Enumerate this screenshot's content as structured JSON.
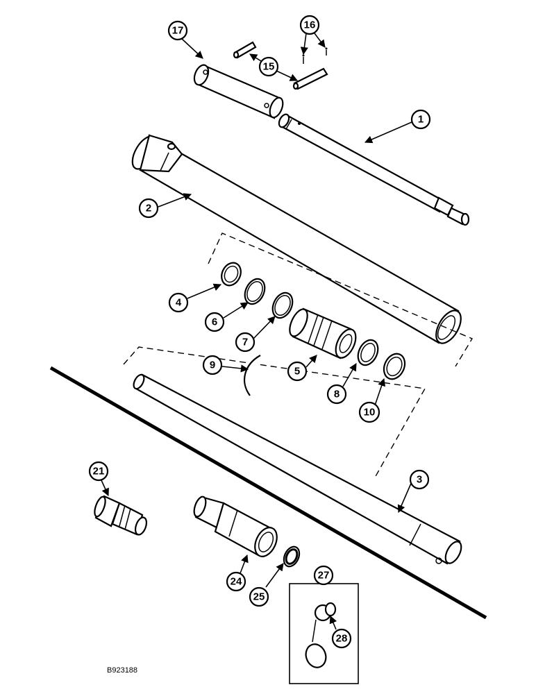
{
  "figure_code": "B923188",
  "callouts": {
    "c1": "1",
    "c2": "2",
    "c3": "3",
    "c4": "4",
    "c5": "5",
    "c6": "6",
    "c7": "7",
    "c8": "8",
    "c9": "9",
    "c10": "10",
    "c15": "15",
    "c16": "16",
    "c17": "17",
    "c21": "21",
    "c24": "24",
    "c25": "25",
    "c27": "27",
    "c28": "28"
  }
}
